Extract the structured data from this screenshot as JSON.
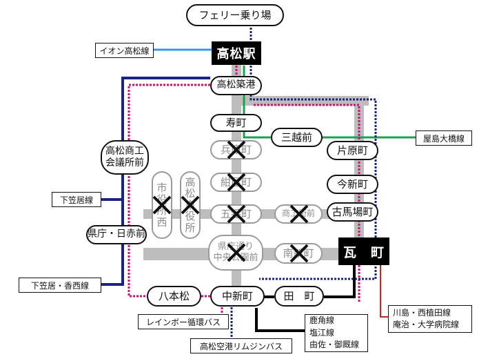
{
  "stations": {
    "ferry_terminal": "フェリー乗り場",
    "takamatsu_station": "高松駅",
    "takamatsu_chikko": "高松築港",
    "kotobukicho": "寿町",
    "mitsukoshi_mae": "三越前",
    "hyogomachi": "兵庫町",
    "konyamachi": "紺屋町",
    "gofukumachi": "五番町",
    "shoko_kaigisho_mae": "高松商工会議所前",
    "shoko_kaigisho_line1": "高松商工",
    "shoko_kaigisho_line2": "会議所前",
    "shiyakusho_nishi": "市役所西",
    "takamatsu_shiyakusho": "高松市役所",
    "shotengai_mae": "商工街前",
    "minami_shinmachi": "南新町",
    "kencho_hisekimae": "県庁・日赤前",
    "kencho_dori_line1": "県庁通り",
    "kencho_dori_line2": "中央公園前",
    "katahara_machi": "片原町",
    "imashinmachi": "今新町",
    "furubabacho": "古馬場町",
    "kawaramachi": "瓦　町",
    "happonmatsu": "八本松",
    "nakashinmachi": "中新町",
    "tamachi": "田　町"
  },
  "route_labels": {
    "aeon_line": "イオン高松線",
    "yashima_line": "屋島大橋線",
    "shimokasai_line": "下笠居線",
    "shimokasai_kosai_line": "下笠居・香西線",
    "rainbow_loop": "レインボー循環バス",
    "airport_limousine": "高松空港リムジンバス",
    "kawaramachi_routes": [
      "川島・西植田線",
      "庵治・大学病院線"
    ],
    "nakashinmachi_routes": [
      "鹿角線",
      "塩江線",
      "由佐・御厩線"
    ]
  },
  "line_colors": {
    "aeon_line": "#3399dd",
    "yashima_line": "#1aa34a",
    "shimokasai_line": "#1a237e",
    "rainbow_loop": "#cc1177",
    "airport_limousine": "#1a237e",
    "kawaramachi_routes": "#cc2222",
    "nakashinmachi_routes": "#000000",
    "main_street": "#bdbdbd"
  },
  "icons": {
    "closed_stop": "x-mark-icon"
  }
}
